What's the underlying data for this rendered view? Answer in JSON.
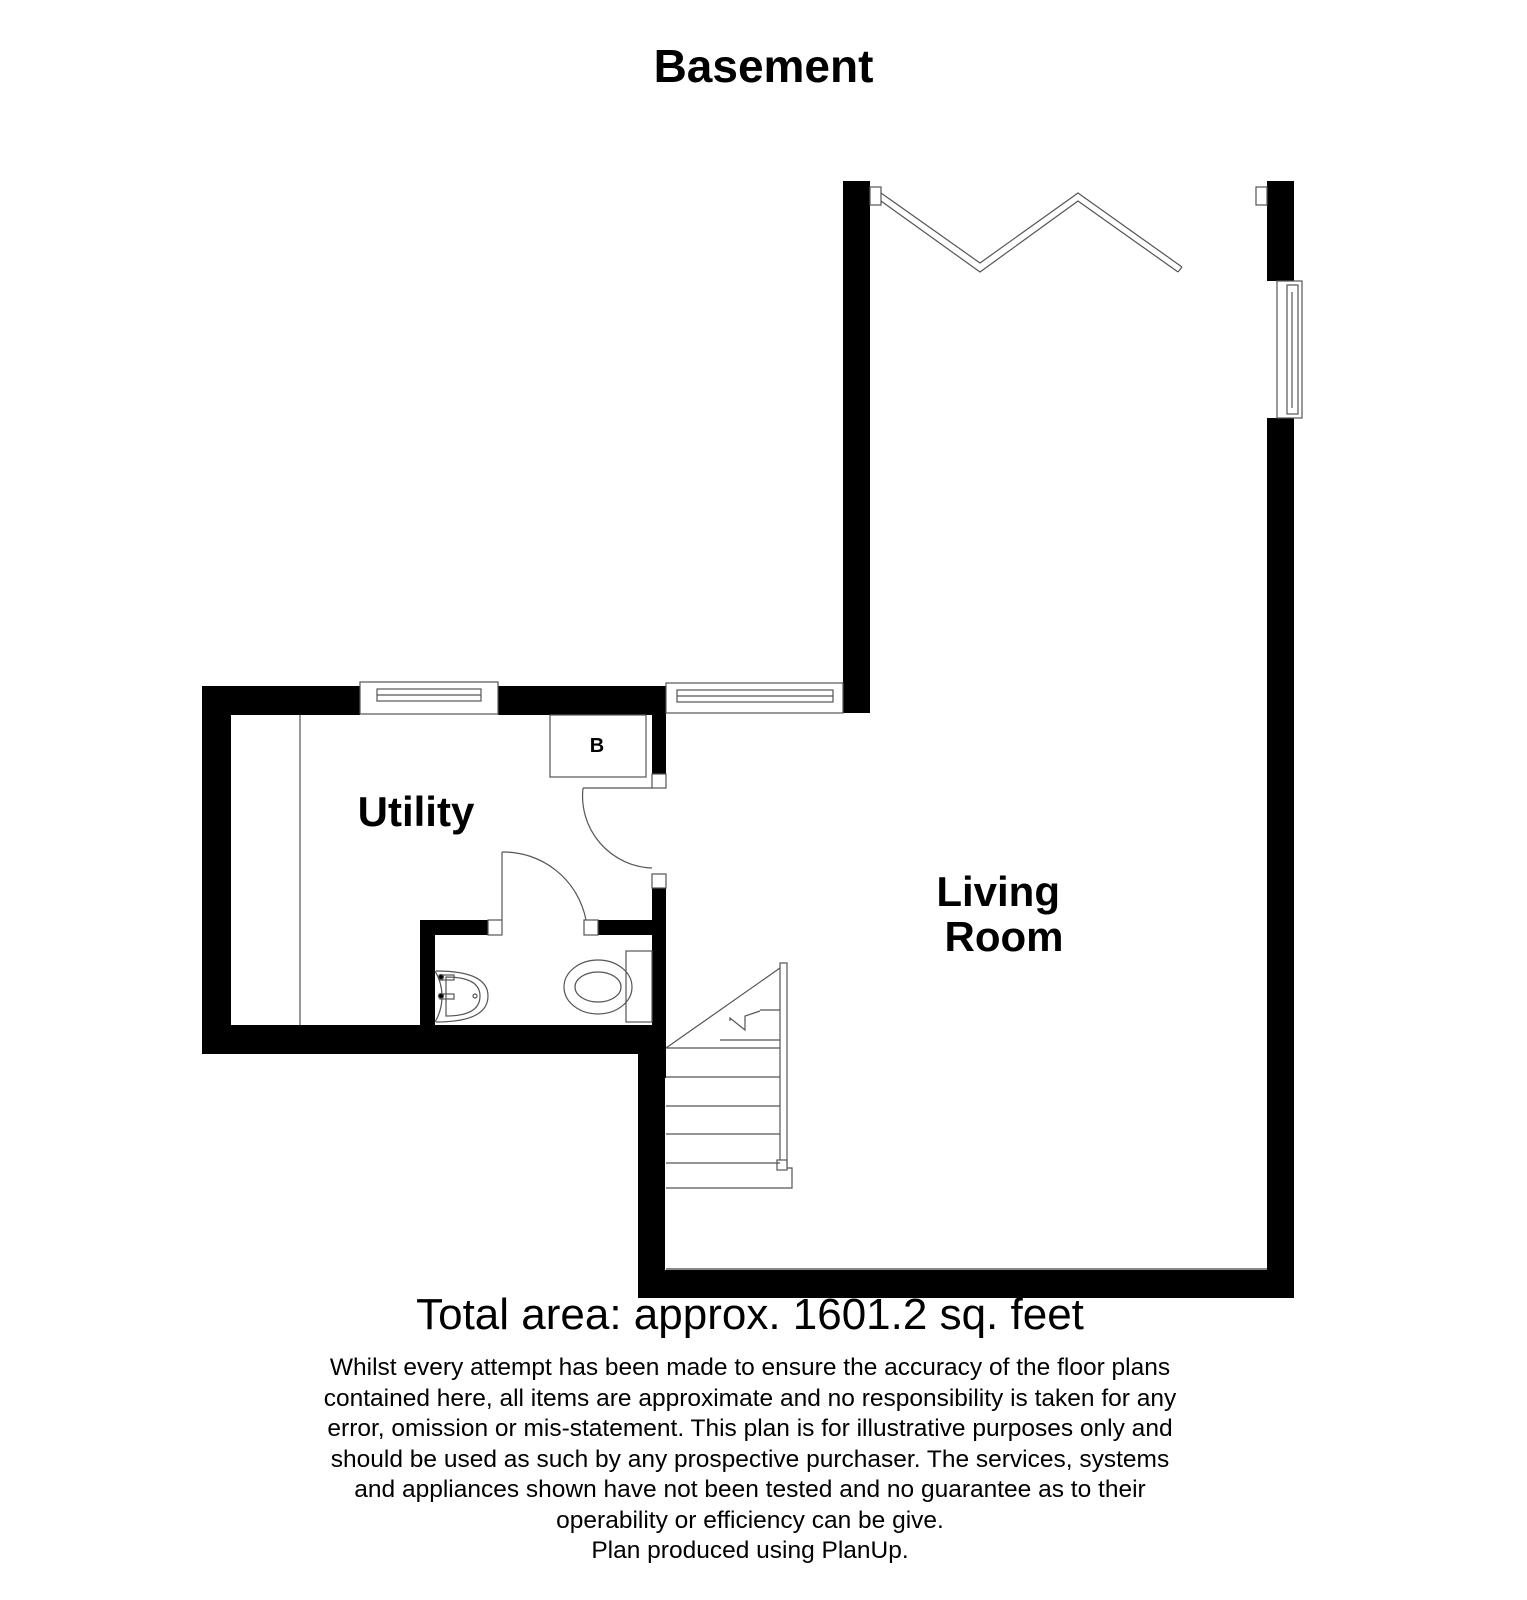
{
  "header": {
    "title": "Basement"
  },
  "rooms": [
    {
      "id": "utility",
      "label": "Utility"
    },
    {
      "id": "living-room",
      "label_lines": [
        "Living",
        "Room"
      ]
    },
    {
      "id": "boiler",
      "label": "B"
    }
  ],
  "footer": {
    "total_area": "Total area: approx. 1601.2 sq. feet",
    "disclaimer_lines": [
      "Whilst every attempt has been made to ensure the accuracy of the floor plans",
      "contained here, all items are approximate and no responsibility is taken for any",
      "error, omission or mis-statement. This plan is for illustrative purposes only and",
      "should be used as such by any prospective purchaser. The services, systems",
      "and appliances shown have not been tested and no guarantee as to their",
      "operability or efficiency can be give.",
      "Plan produced using PlanUp."
    ]
  },
  "colors": {
    "wall": "#000000",
    "line": "#555555",
    "background": "#ffffff"
  }
}
